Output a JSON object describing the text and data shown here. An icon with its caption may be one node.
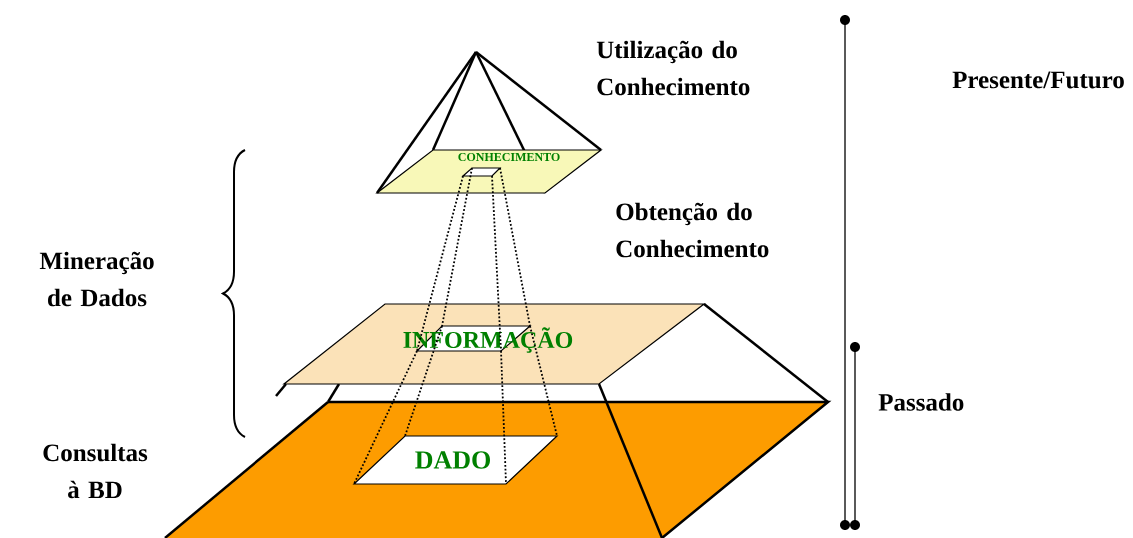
{
  "diagram": {
    "nodes": [
      {
        "text": [
          "CONHECIMENTO"
        ]
      },
      {
        "text": [
          "INFORMAÇÃO"
        ]
      },
      {
        "text": [
          "DADO"
        ]
      }
    ],
    "edges": [
      {
        "from": 0,
        "to": 1,
        "arrow": "none",
        "style": "dashed"
      },
      {
        "from": 0,
        "to": 1,
        "arrow": "none",
        "style": "dashed"
      },
      {
        "from": 0,
        "to": 1,
        "arrow": "none",
        "style": "dashed"
      },
      {
        "from": 0,
        "to": 1,
        "arrow": "none",
        "style": "dashed"
      },
      {
        "from": 1,
        "to": 2,
        "arrow": "none",
        "style": "dashed"
      },
      {
        "from": 1,
        "to": 2,
        "arrow": "none",
        "style": "dashed"
      },
      {
        "from": 1,
        "to": 2,
        "arrow": "none",
        "style": "dashed"
      },
      {
        "from": 1,
        "to": 2,
        "arrow": "none",
        "style": "dashed"
      }
    ],
    "labels": [
      "Utilização do Conhecimento",
      "Presente/Futuro",
      "Obtenção do Conhecimento",
      "Mineração de Dados",
      "Passado",
      "Consultas à BD"
    ]
  }
}
